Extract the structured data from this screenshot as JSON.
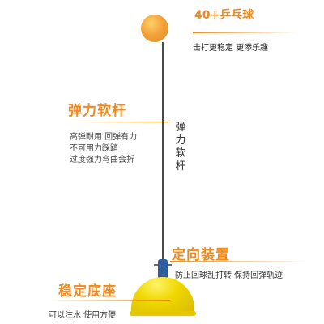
{
  "ball": {
    "tag": "40+乒乓球",
    "tagline": "击打更稳定 更添乐趣"
  },
  "rod": {
    "vertical_label": "弹力软杆"
  },
  "rod_callout": {
    "title": "弹力软杆",
    "desc": [
      "高弹耐用 回弹有力",
      "不可用力踩踏",
      "过度强力弯曲会折"
    ]
  },
  "direction_callout": {
    "title": "定向装置",
    "desc": "防止回球乱打转 保持回弹轨迹"
  },
  "base_callout": {
    "title": "稳定底座",
    "desc": "可以注水 使用方便"
  },
  "colors": {
    "accent": "#f08a1c",
    "ball": "#f4a33a",
    "base": "#f0d800",
    "connector": "#2e5c9c"
  }
}
